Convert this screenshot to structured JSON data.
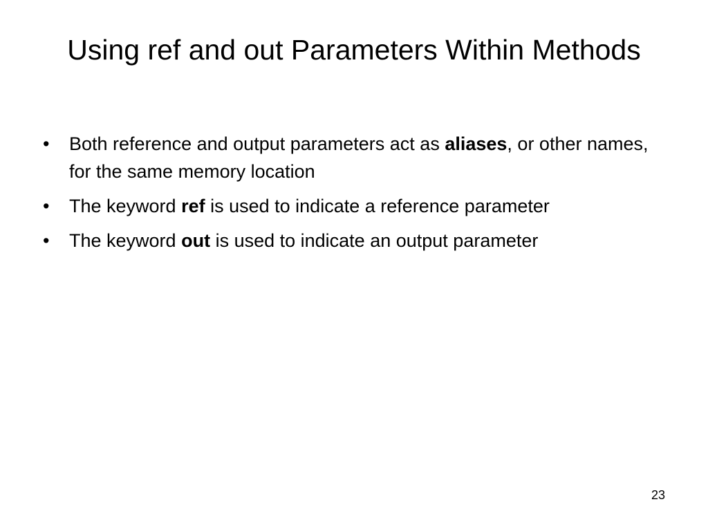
{
  "slide": {
    "title": "Using ref and out Parameters Within Methods",
    "bullet_symbol": "•",
    "bullets": [
      {
        "before": "Both reference and output parameters act as ",
        "bold": "aliases",
        "after": ", or other names, for the same memory location"
      },
      {
        "before": "The keyword ",
        "bold": "ref",
        "after": " is used to indicate a reference parameter"
      },
      {
        "before": "The keyword ",
        "bold": "out",
        "after": " is used to indicate an output parameter"
      }
    ],
    "page_number": "23"
  }
}
